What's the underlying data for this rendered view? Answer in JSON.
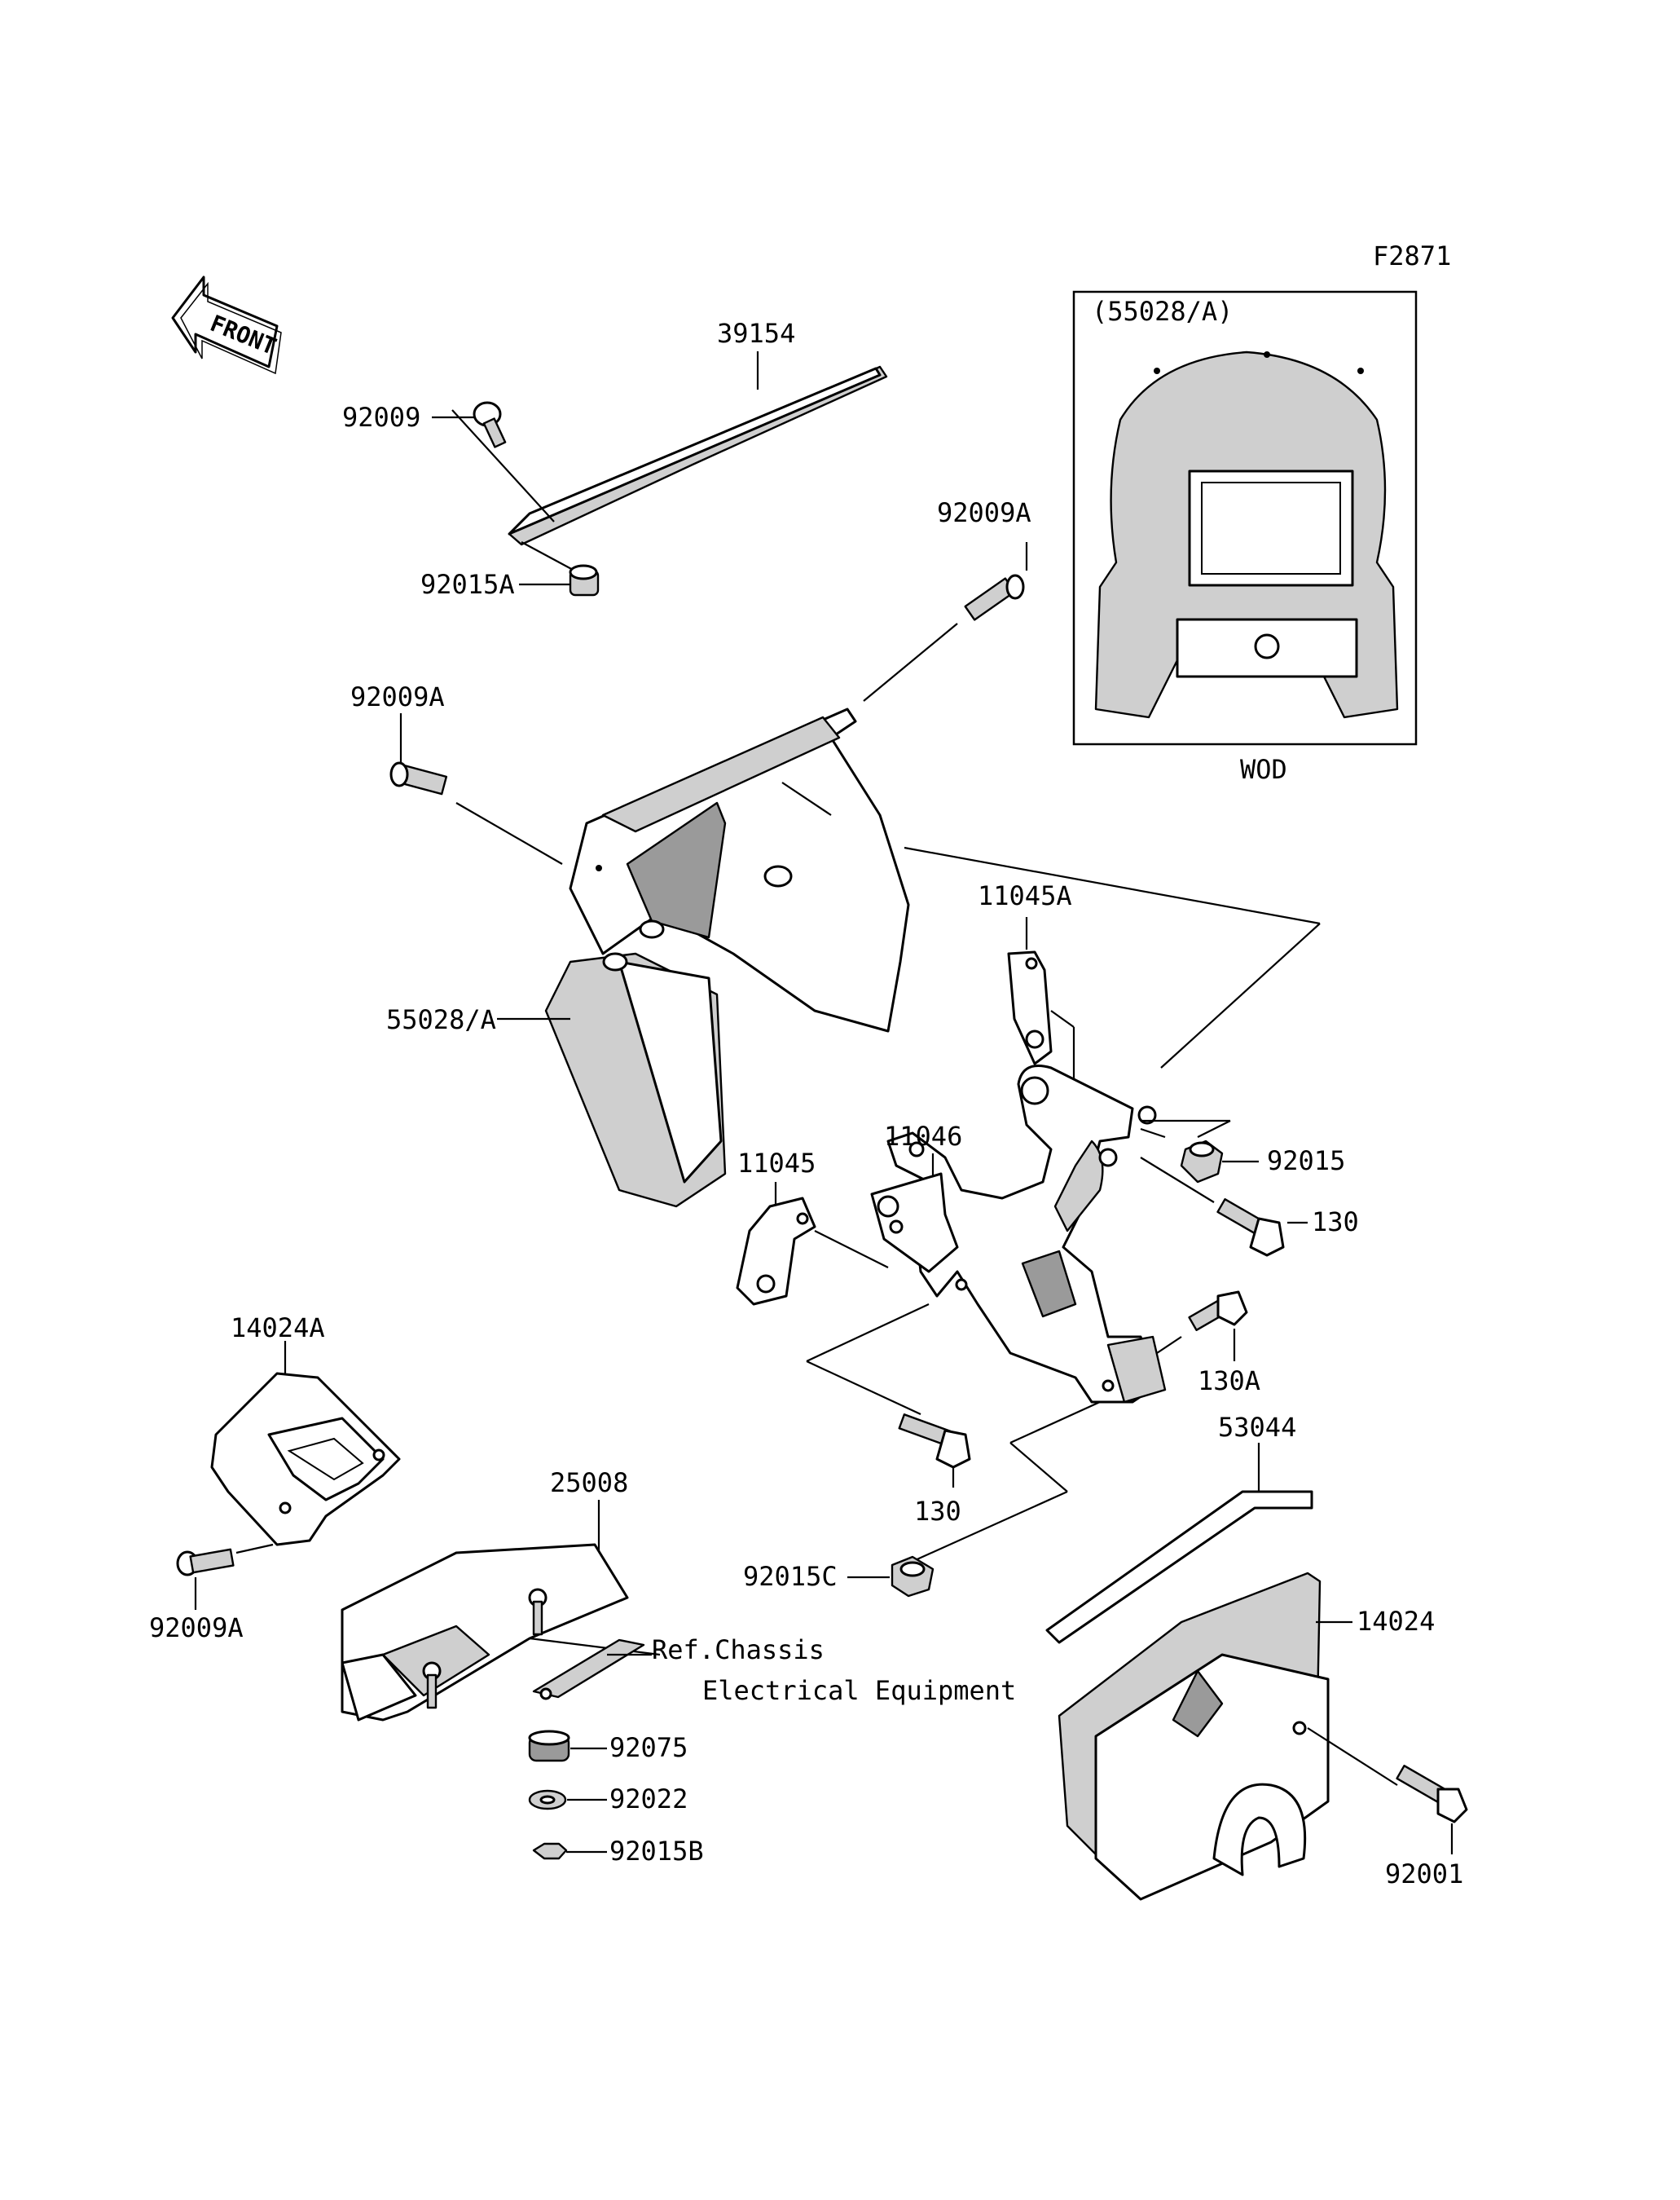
{
  "figure_code": "F2871",
  "front_marker": "FRONT",
  "inset": {
    "title": "(55028/A)",
    "caption": "WOD"
  },
  "labels": {
    "p39154": "39154",
    "p92009": "92009",
    "p92015A": "92015A",
    "p92009A_top": "92009A",
    "p92009A_mid": "92009A",
    "p55028A": "55028/A",
    "p11045A": "11045A",
    "p11046": "11046",
    "p11045": "11045",
    "p92015": "92015",
    "p130_right": "130",
    "p130A": "130A",
    "p130_bottom": "130",
    "p14024A": "14024A",
    "p92009A_low": "92009A",
    "p25008": "25008",
    "p53044": "53044",
    "p92015C": "92015C",
    "p14024": "14024",
    "p92001": "92001",
    "p92075": "92075",
    "p92022": "92022",
    "p92015B": "92015B",
    "ref_line1": "Ref.Chassis",
    "ref_line2": "Electrical Equipment"
  }
}
